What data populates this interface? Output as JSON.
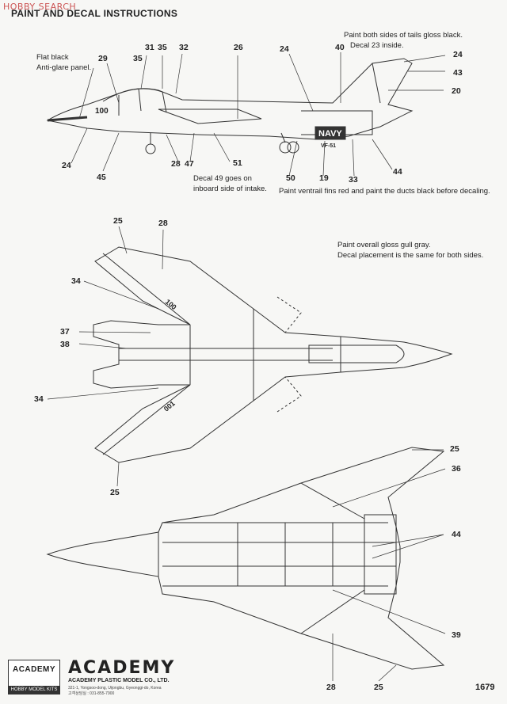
{
  "watermark": "HOBBY SEARCH",
  "title": "PAINT AND DECAL INSTRUCTIONS",
  "notes": {
    "flat_black": "Flat black",
    "anti_glare": "Anti-glare panel.",
    "tails_gloss": "Paint both sides of tails gloss black.",
    "decal_23": "Decal 23 inside.",
    "decal_49a": "Decal 49 goes on",
    "decal_49b": "inboard side of intake.",
    "ventrail": "Paint ventrail fins red and paint the ducts black before decaling.",
    "gull_gray": "Paint overall gloss gull gray.",
    "decal_same": "Decal placement is the same for both sides."
  },
  "callouts": {
    "side": [
      "29",
      "35",
      "31",
      "35",
      "32",
      "26",
      "24",
      "40",
      "24",
      "43",
      "20",
      "24",
      "45",
      "28",
      "47",
      "51",
      "50",
      "19",
      "33",
      "44"
    ],
    "top": [
      "25",
      "28",
      "34",
      "37",
      "38",
      "34",
      "25"
    ],
    "bottom": [
      "25",
      "36",
      "44",
      "39",
      "28",
      "25"
    ]
  },
  "aircraft_markings": {
    "nose_number": "100",
    "navy": "NAVY",
    "squadron": "VF-51",
    "wing_top": "100",
    "wing_bottom": "001"
  },
  "footer": {
    "logo_top": "ACADEMY",
    "logo_bottom": "HOBBY MODEL KITS",
    "brand": "ACADEMY",
    "company": "ACADEMY PLASTIC MODEL CO., LTD.",
    "address": "321-1, Yongsoo-dong, Uijongbu, Gyeonggi-do, Korea",
    "address2": "고객상담실 : 031-855-7900",
    "page_number": "1679"
  }
}
